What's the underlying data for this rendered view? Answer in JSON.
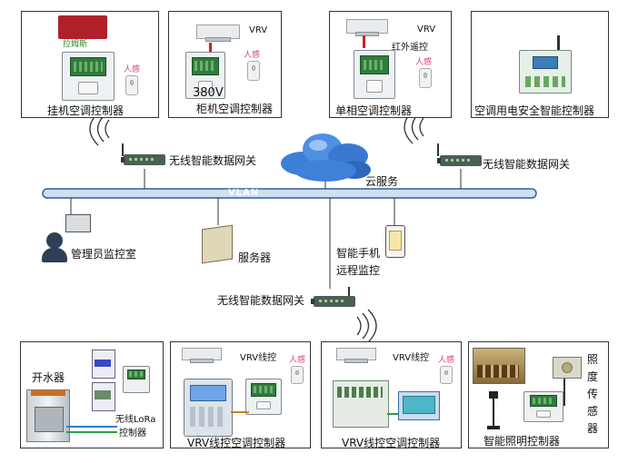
{
  "top_boxes": {
    "wall_ac_controller": "挂机空调控制器",
    "wall_ac_brand": "拉姆斯",
    "cabinet_ac_controller": "柜机空调控制器",
    "cabinet_voltage": "380V",
    "cabinet_vrv": "VRV",
    "single_phase_ac_controller": "单相空调控制器",
    "single_phase_vrv": "VRV",
    "ir_remote": "红外遥控",
    "ac_power_safety_controller": "空调用电安全智能控制器",
    "human_sensor": "人感"
  },
  "network": {
    "gateway_left": "无线智能数据网关",
    "gateway_right": "无线智能数据网关",
    "gateway_bottom": "无线智能数据网关",
    "cloud_service": "云服务",
    "vlan": "VLAN",
    "admin_room": "管理员监控室",
    "server": "服务器",
    "smartphone_line1": "智能手机",
    "smartphone_line2": "远程监控"
  },
  "bottom_boxes": {
    "water_heater": "开水器",
    "lora_line1": "无线LoRa",
    "lora_line2": "控制器",
    "vrv_wired_1": "VRV线控",
    "vrv_wired_ac_controller_1": "VRV线控空调控制器",
    "vrv_wired_2": "VRV线控",
    "vrv_wired_ac_controller_2": "VRV线控空调控制器",
    "smart_lighting_controller": "智能照明控制器",
    "light_sensor": [
      "照",
      "度",
      "传",
      "感",
      "器"
    ],
    "human_sensor": "人感"
  }
}
